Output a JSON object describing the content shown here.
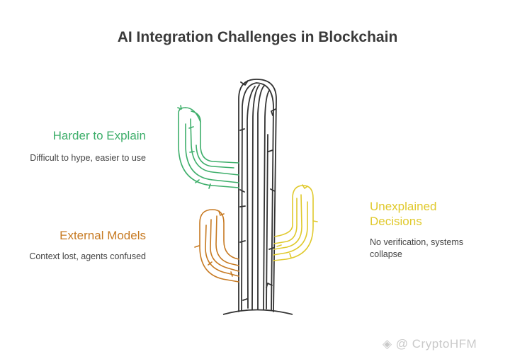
{
  "title": "AI Integration Challenges in Blockchain",
  "items": [
    {
      "heading": "Harder to Explain",
      "description": "Difficult to hype, easier to use",
      "color": "#3dae6a"
    },
    {
      "heading": "External Models",
      "description": "Context lost, agents confused",
      "color": "#c77a22"
    },
    {
      "heading": "Unexplained Decisions",
      "description": "No verification, systems collapse",
      "color": "#e0c92c"
    }
  ],
  "watermark": "@ CryptoHFM",
  "icons": {
    "cactus": "cactus-icon",
    "watermark": "watermark-logo-icon"
  },
  "colors": {
    "trunk": "#333333",
    "title": "#3a3a3a"
  }
}
